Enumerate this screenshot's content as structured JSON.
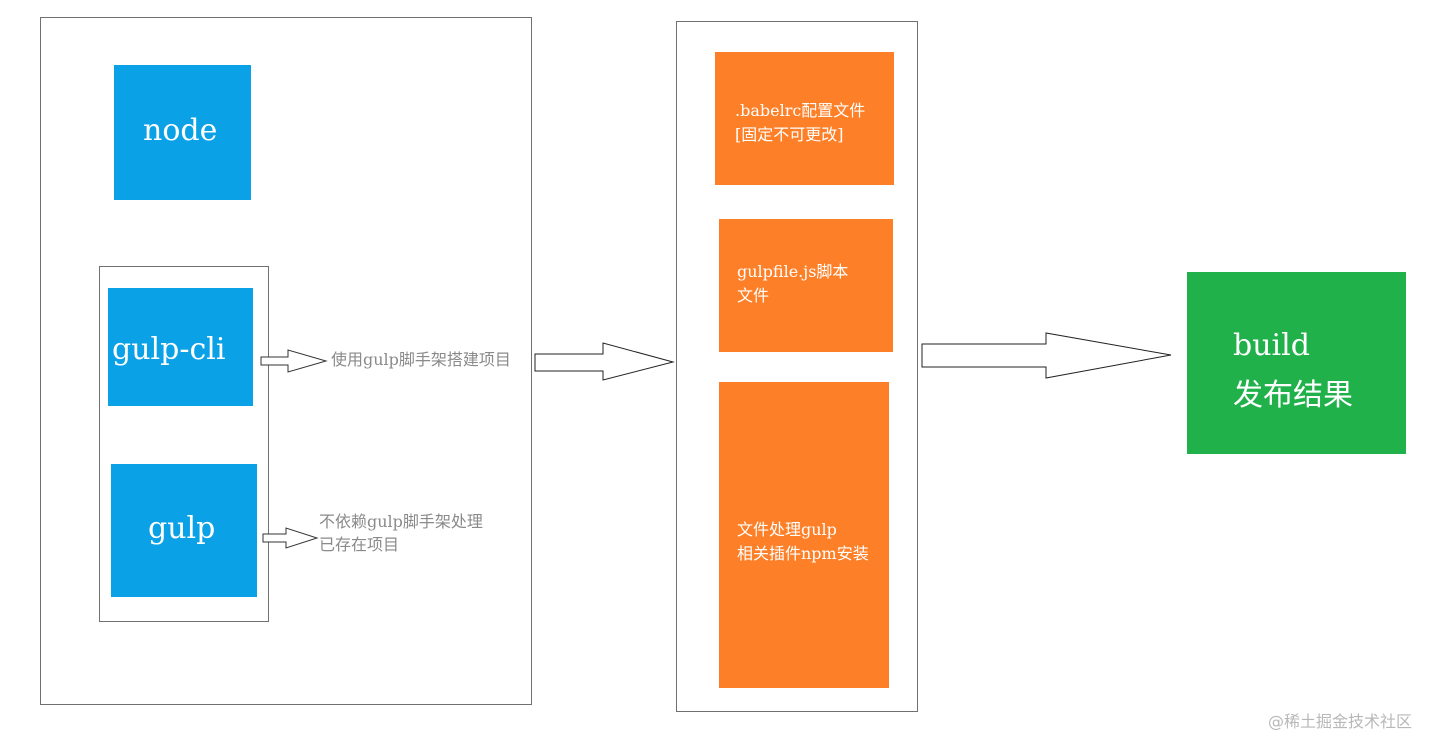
{
  "left_panel": {
    "node": "node",
    "gulp_cli": "gulp-cli",
    "gulp": "gulp",
    "note_cli": "使用gulp脚手架搭建项目",
    "note_gulp_line1": "不依赖gulp脚手架处理",
    "note_gulp_line2": "已存在项目"
  },
  "middle_panel": {
    "babelrc_line1": ".babelrc配置文件",
    "babelrc_line2": "[固定不可更改]",
    "gulpfile_line1": "gulpfile.js脚本",
    "gulpfile_line2": "文件",
    "plugins_line1": "文件处理gulp",
    "plugins_line2": "相关插件npm安装"
  },
  "result": {
    "line1": "build",
    "line2": "发布结果"
  },
  "watermark": "@稀土掘金技术社区",
  "colors": {
    "blue": "#0aa1e6",
    "orange": "#fd7f27",
    "green": "#21b14b"
  }
}
